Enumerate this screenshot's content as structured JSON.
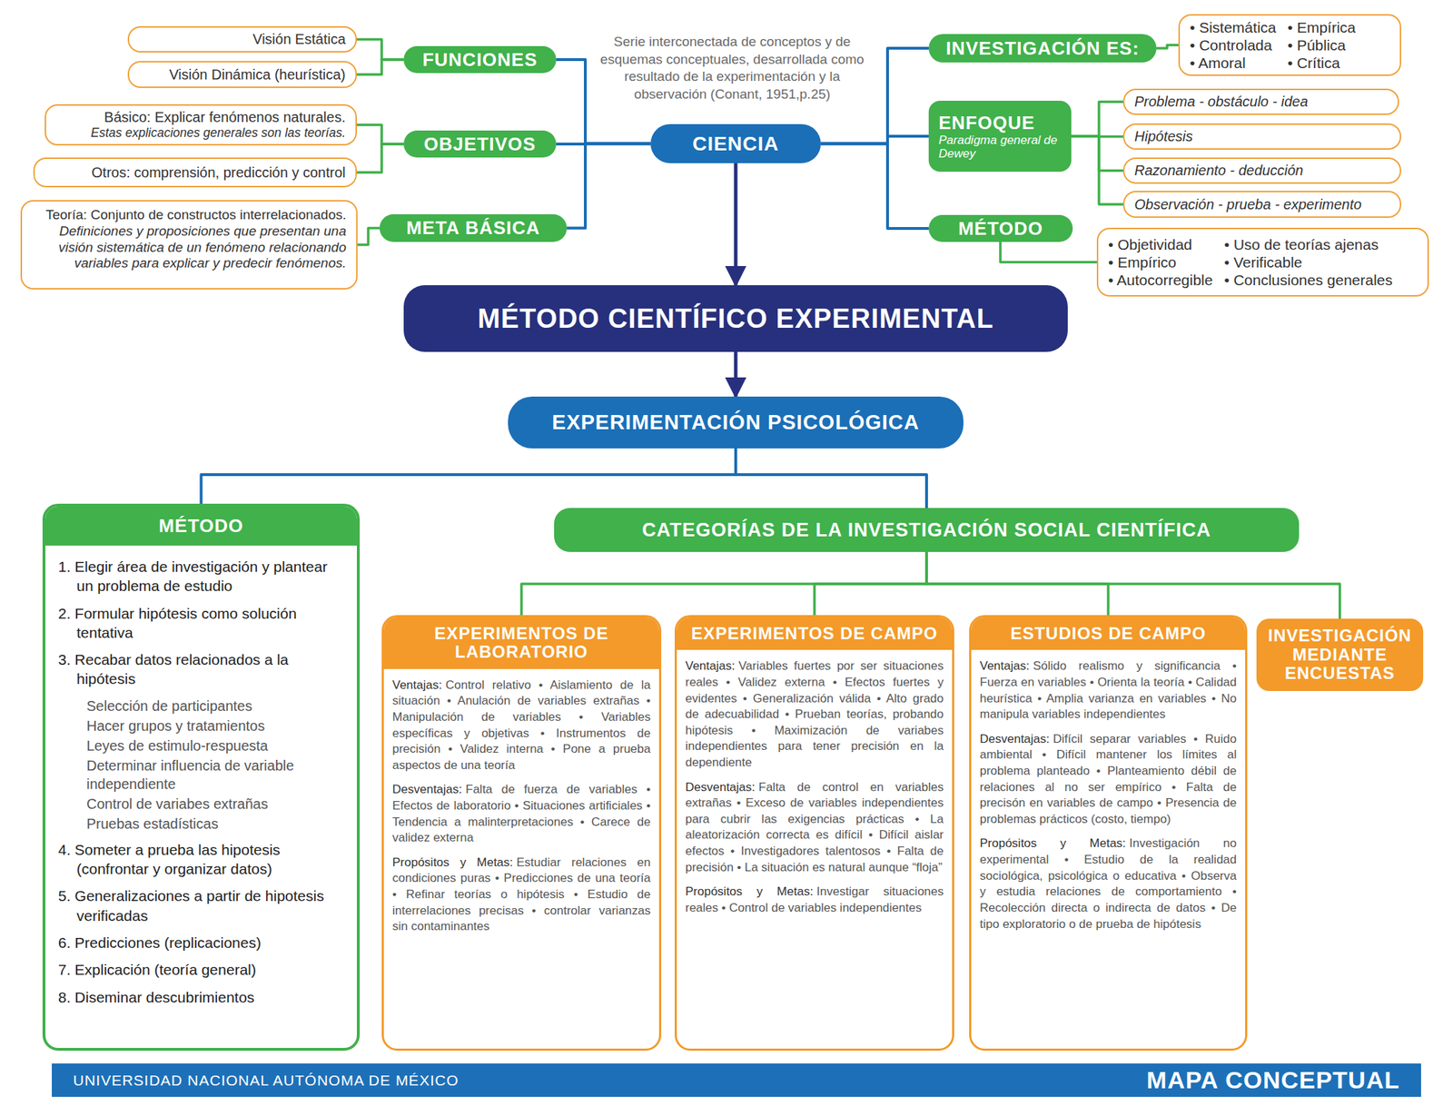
{
  "diagram": {
    "nodes": [
      {
        "text": [
          "Visión Estática"
        ]
      },
      {
        "text": [
          "Visión Dinámica (heurística)"
        ]
      },
      {
        "text": [
          "FUNCIONES"
        ]
      },
      {
        "text": [
          "Básico: Explicar fenómenos naturales.",
          "Estas explicaciones generales son las teorías."
        ]
      },
      {
        "text": [
          "OBJETIVOS"
        ]
      },
      {
        "text": [
          "Otros: comprensión, predicción y control"
        ]
      },
      {
        "text": [
          "Teoría: Conjunto de constructos interrelacionados.",
          "Definiciones y proposiciones que presentan una visión sistemática de un fenómeno relacionando variables para explicar y predecir fenómenos."
        ]
      },
      {
        "text": [
          "META BÁSICA"
        ]
      },
      {
        "text": [
          "CIENCIA"
        ]
      },
      {
        "text": [
          "INVESTIGACIÓN ES:"
        ]
      },
      {
        "text": [
          "• Sistemática",
          "• Empírica",
          "• Controlada",
          "• Pública",
          "• Amoral",
          "• Crítica"
        ]
      },
      {
        "text": [
          "ENFOQUE",
          "Paradigma general de Dewey"
        ]
      },
      {
        "text": [
          "Problema - obstáculo - idea"
        ]
      },
      {
        "text": [
          "Hipótesis"
        ]
      },
      {
        "text": [
          "Razonamiento - deducción"
        ]
      },
      {
        "text": [
          "Observación - prueba - experimento"
        ]
      },
      {
        "text": [
          "MÉTODO"
        ]
      },
      {
        "text": [
          "• Objetividad",
          "• Uso de teorías ajenas",
          "• Empírico",
          "• Verificable",
          "• Autocorregible",
          "• Conclusiones generales"
        ]
      },
      {
        "text": [
          "MÉTODO CIENTÍFICO EXPERIMENTAL"
        ]
      },
      {
        "text": [
          "EXPERIMENTACIÓN PSICOLÓGICA"
        ]
      },
      {
        "text": [
          "MÉTODO",
          "1. Elegir área de investigación y plantear un problema de estudio",
          "2. Formular hipótesis como solución tentativa",
          "3. Recabar datos relacionados a la hipótesis",
          "Selección de participantes",
          "Hacer grupos y tratamientos",
          "Leyes de estimulo-respuesta",
          "Determinar influencia de variable independiente",
          "Control de variabes extrañas",
          "Pruebas estadísticas",
          "4. Someter a prueba las hipotesis (confrontar y organizar datos)",
          "5. Generalizaciones a partir de hipotesis verificadas",
          "6. Predicciones (replicaciones)",
          "7. Explicación (teoría general)",
          "8. Diseminar descubrimientos"
        ]
      },
      {
        "text": [
          "CATEGORÍAS DE LA INVESTIGACIÓN SOCIAL CIENTÍFICA"
        ]
      },
      {
        "text": [
          "EXPERIMENTOS DE LABORATORIO",
          "Ventajas:",
          "Control relativo • Aislamiento de la situación • Anulación de variables extrañas • Manipulación de variables • Variables específicas y objetivas • Instrumentos de precisión • Validez interna • Pone a prueba aspectos de una teoría",
          "Desventajas:",
          "Falta de fuerza de variables • Efectos de laboratorio • Situaciones artificiales • Tendencia a malinterpretaciones • Carece de validez externa",
          "Propósitos y Metas:",
          "Estudiar relaciones en condiciones puras • Predicciones de una teoría • Refinar teorías o hipótesis • Estudio de interrelaciones precisas • controlar varianzas sin contaminantes"
        ]
      },
      {
        "text": [
          "EXPERIMENTOS DE CAMPO",
          "Ventajas:",
          "Variables fuertes por ser situaciones reales • Validez externa • Efectos fuertes y evidentes • Generalización válida • Alto grado de adecuabilidad • Prueban teorías, probando hipótesis • Maximización de variabes independientes para tener precisión en la dependiente",
          "Desventajas:",
          "Falta de control en variables extrañas • Exceso de variables independientes para cubrir las exigencias prácticas • La aleatorización correcta es difícil • Difícil aislar efectos • Investigadores talentosos • Falta de precisión • La situación es natural aunque “floja”",
          "Propósitos y Metas:",
          "Investigar situaciones reales • Control de variables independientes"
        ]
      },
      {
        "text": [
          "ESTUDIOS DE CAMPO",
          "Ventajas:",
          "Sólido realismo y significancia • Fuerza en variables • Orienta la teoría • Calidad heurística • Amplia varianza en variables • No manipula variables independientes",
          "Desventajas:",
          "Difícil separar variables • Ruido ambiental • Difícil mantener los límites al problema planteado • Planteamiento débil de relaciones al no ser empírico • Falta de precisón en variables de campo • Presencia de problemas prácticos (costo, tiempo)",
          "Propósitos y Metas:",
          "Investigación no experimental • Estudio de la realidad sociológica, psicológica o educativa • Observa y estudia relaciones de comportamiento • Recolección directa o indirecta de datos • De tipo exploratorio o de prueba de hipótesis"
        ]
      },
      {
        "text": [
          "INVESTIGACIÓN MEDIANTE ENCUESTAS"
        ]
      },
      {
        "text": [
          "UNIVERSIDAD NACIONAL AUTÓNOMA DE MÉXICO",
          "MAPA CONCEPTUAL"
        ]
      }
    ],
    "edges": [
      {
        "from": 2,
        "to": 0,
        "arrow": "none"
      },
      {
        "from": 2,
        "to": 1,
        "arrow": "none"
      },
      {
        "from": 4,
        "to": 3,
        "arrow": "none"
      },
      {
        "from": 4,
        "to": 5,
        "arrow": "none"
      },
      {
        "from": 7,
        "to": 6,
        "arrow": "none"
      },
      {
        "from": 8,
        "to": 2,
        "arrow": "none"
      },
      {
        "from": 8,
        "to": 4,
        "arrow": "none"
      },
      {
        "from": 8,
        "to": 7,
        "arrow": "none"
      },
      {
        "from": 8,
        "to": 9,
        "arrow": "none"
      },
      {
        "from": 8,
        "to": 11,
        "arrow": "none"
      },
      {
        "from": 8,
        "to": 16,
        "arrow": "none"
      },
      {
        "from": 9,
        "to": 10,
        "arrow": "none"
      },
      {
        "from": 11,
        "to": 12,
        "arrow": "none"
      },
      {
        "from": 11,
        "to": 13,
        "arrow": "none"
      },
      {
        "from": 11,
        "to": 14,
        "arrow": "none"
      },
      {
        "from": 11,
        "to": 15,
        "arrow": "none"
      },
      {
        "from": 16,
        "to": 17,
        "arrow": "none"
      },
      {
        "from": 8,
        "to": 18,
        "arrow": "to"
      },
      {
        "from": 18,
        "to": 19,
        "arrow": "to"
      },
      {
        "from": 19,
        "to": 20,
        "arrow": "none"
      },
      {
        "from": 19,
        "to": 21,
        "arrow": "none"
      },
      {
        "from": 21,
        "to": 22,
        "arrow": "none"
      },
      {
        "from": 21,
        "to": 23,
        "arrow": "none"
      },
      {
        "from": 21,
        "to": 24,
        "arrow": "none"
      },
      {
        "from": 21,
        "to": 25,
        "arrow": "none"
      }
    ],
    "labels": [
      "Serie interconectada de conceptos y de esquemas conceptuales, desarrollada como resultado de la experimentación y la observación (Conant, 1951,p.25)"
    ]
  }
}
